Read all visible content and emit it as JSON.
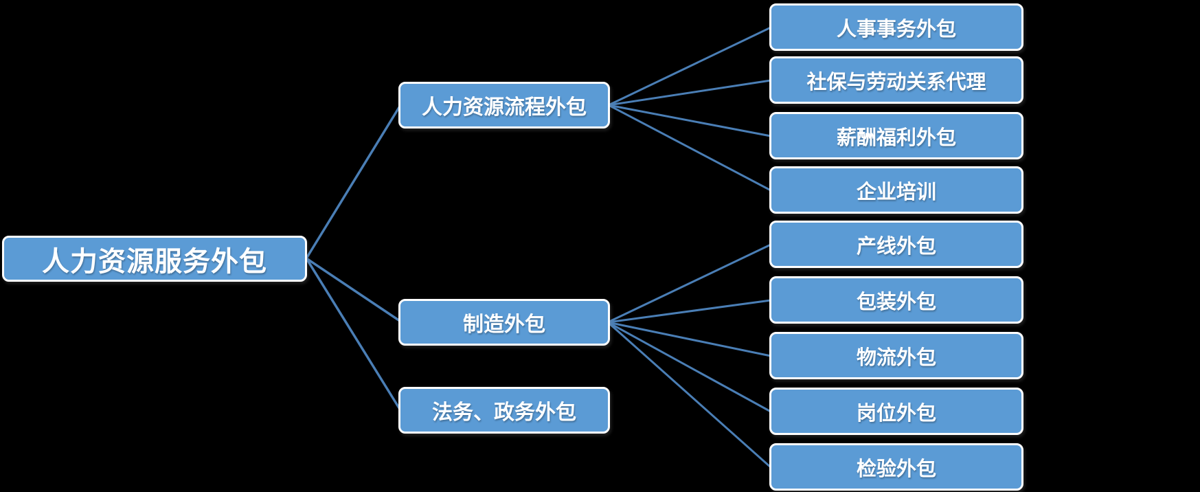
{
  "tree": {
    "root": "人力资源服务外包",
    "branches": [
      {
        "label": "人力资源流程外包",
        "children": [
          "人事事务外包",
          "社保与劳动关系代理",
          "薪酬福利外包",
          "企业培训"
        ]
      },
      {
        "label": "制造外包",
        "children": [
          "产线外包",
          "包装外包",
          "物流外包",
          "岗位外包",
          "检验外包"
        ]
      },
      {
        "label": "法务、政务外包",
        "children": []
      }
    ],
    "colors": {
      "node_fill": "#5b9bd5",
      "node_border": "#ffffff",
      "node_text": "#ffffff",
      "connector": "#4a7eb5",
      "background": "#000000"
    }
  }
}
